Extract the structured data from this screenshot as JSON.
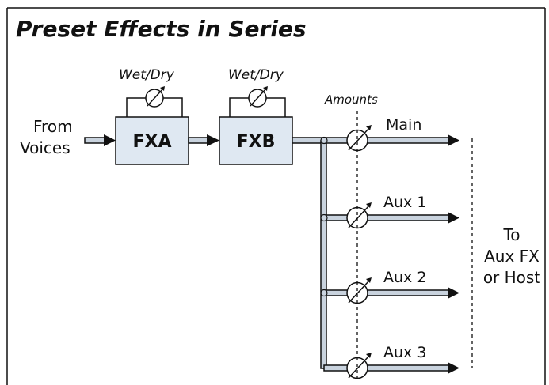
{
  "title": "Preset Effects in Series",
  "input": {
    "line1": "From",
    "line2": "Voices"
  },
  "effects": [
    {
      "label": "FXA",
      "control": "Wet/Dry"
    },
    {
      "label": "FXB",
      "control": "Wet/Dry"
    }
  ],
  "amounts_label": "Amounts",
  "outputs": [
    "Main",
    "Aux 1",
    "Aux 2",
    "Aux 3"
  ],
  "destination": {
    "line1": "To",
    "line2": "Aux FX",
    "line3": "or Host"
  },
  "colors": {
    "box_fill": "#dfe8f2",
    "pipe_fill": "#c9d3de",
    "stroke": "#111111"
  }
}
